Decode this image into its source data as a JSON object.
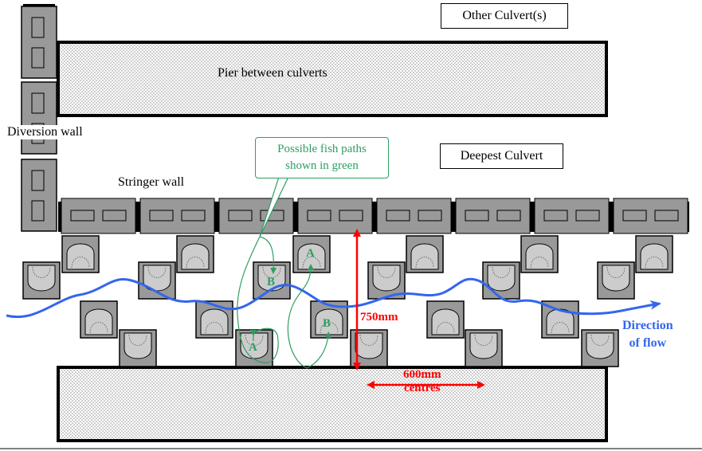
{
  "labels": {
    "other_culvert": "Other Culvert(s)",
    "pier": "Pier between culverts",
    "diversion_wall": "Diversion wall",
    "deepest_culvert": "Deepest Culvert",
    "stringer_wall": "Stringer wall",
    "fish_paths_line1": "Possible fish paths",
    "fish_paths_line2": "shown in green",
    "dim_750": "750mm",
    "dim_600_line1": "600mm",
    "dim_600_line2": "centres",
    "direction_line1": "Direction",
    "direction_line2": "of flow",
    "path_a": "A",
    "path_b": "B"
  },
  "colors": {
    "fish_path": "#2e9e62",
    "flow": "#3366ee",
    "dimension": "#ff0000",
    "block_fill": "#999999",
    "baffle_fill": "#cccccc"
  }
}
